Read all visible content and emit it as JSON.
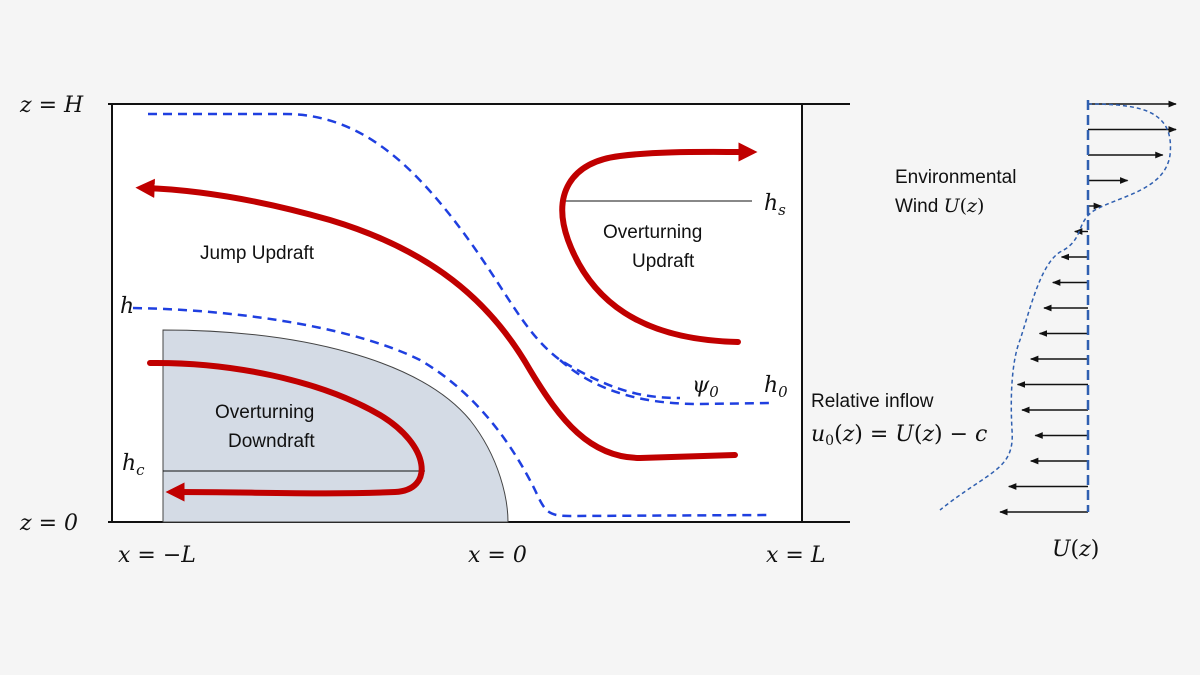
{
  "colors": {
    "background": "#f5f5f5",
    "panel": "#ffffff",
    "red_stream": "#c00000",
    "blue_dashed": "#1f3fe0",
    "cold_pool": "#d4dbe5",
    "wind_profile_axis": "#2f5fb0"
  },
  "axis_labels": {
    "z_top": "z = H",
    "z_bottom": "z = 0",
    "x_left": "x = −L",
    "x_mid": "x = 0",
    "x_right": "x = L"
  },
  "heights": {
    "h": "h",
    "h_s": "hs",
    "h_0": "h0",
    "h_c": "hc",
    "psi_0": "ψ0"
  },
  "regions": {
    "jump_updraft": "Jump Updraft",
    "overturning_updraft_1": "Overturning",
    "overturning_updraft_2": "Updraft",
    "overturning_downdraft_1": "Overturning",
    "overturning_downdraft_2": "Downdraft"
  },
  "right_panel": {
    "env_wind_1": "Environmental",
    "env_wind_2": "Wind U(z)",
    "relative_inflow": "Relative inflow",
    "inflow_eq": "u0(z) = U(z) − c",
    "profile_label": "U(z)"
  },
  "wind_arrow_values": [
    1,
    1,
    0.85,
    0.45,
    0.15,
    -0.15,
    -0.3,
    -0.4,
    -0.5,
    -0.55,
    -0.65,
    -0.8,
    -0.75,
    -0.6,
    -0.65,
    -0.9,
    -1.0
  ]
}
